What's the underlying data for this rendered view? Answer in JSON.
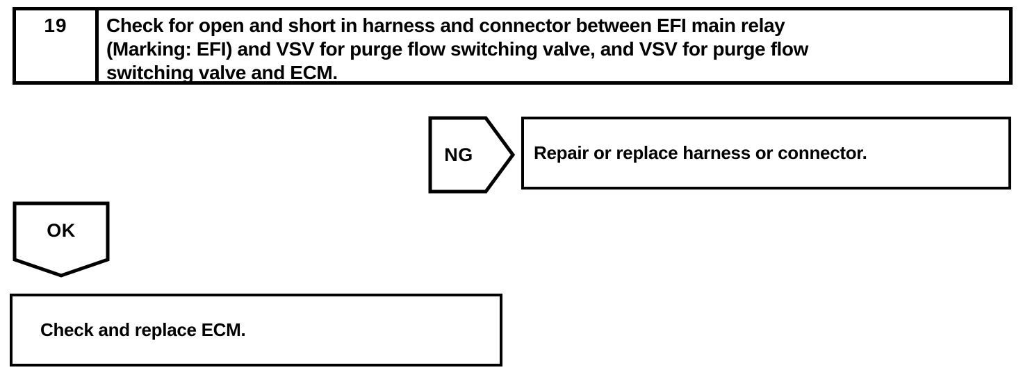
{
  "page": {
    "paper_color": "#ffffff",
    "ink_color": "#000000"
  },
  "step": {
    "number": "19",
    "instruction_lines": [
      "Check for open and short in harness and connector between EFI main relay",
      "(Marking: EFI) and VSV for purge flow switching valve, and VSV for purge flow",
      "switching valve and ECM."
    ]
  },
  "ng_branch": {
    "label": "NG",
    "action": "Repair or replace harness or connector."
  },
  "ok_branch": {
    "label": "OK",
    "action": "Check and replace ECM."
  }
}
